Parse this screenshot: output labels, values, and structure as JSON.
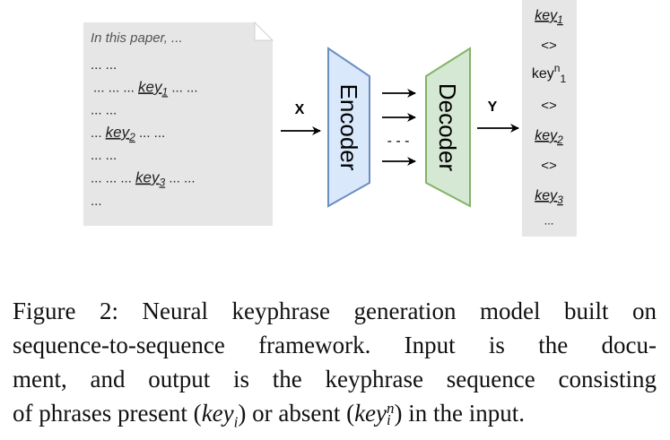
{
  "document": {
    "first_line": "In this paper,  ...",
    "lines": [
      {
        "before": "... ...",
        "key": "",
        "sub": "",
        "after": ""
      },
      {
        "before": "... ... ...",
        "key": "key",
        "sub": "1",
        "after": "... ..."
      },
      {
        "before": "... ...",
        "key": "",
        "sub": "",
        "after": ""
      },
      {
        "before": "...",
        "key": "key",
        "sub": "2",
        "after": "... ..."
      },
      {
        "before": "... ...",
        "key": "",
        "sub": "",
        "after": ""
      },
      {
        "before": "... ... ...",
        "key": "key",
        "sub": "3",
        "after": "... ..."
      },
      {
        "before": "...",
        "key": "",
        "sub": "",
        "after": ""
      }
    ]
  },
  "input_label": "X",
  "encoder_label": "Encoder",
  "decoder_label": "Decoder",
  "dashes": "- - -",
  "output_label": "Y",
  "output": {
    "items": [
      {
        "text": "key",
        "sub": "1"
      },
      {
        "text": "<>"
      },
      {
        "text": "key",
        "sup": "n",
        "sub": "1"
      },
      {
        "text": "<>"
      },
      {
        "text": "key",
        "sub": "2"
      },
      {
        "text": "<>"
      },
      {
        "text": "key",
        "sub": "3"
      },
      {
        "text": "..."
      }
    ]
  },
  "colors": {
    "doc_fill": "#e6e6e6",
    "encoder_fill": "#dae8fc",
    "encoder_stroke": "#6c8ebf",
    "decoder_fill": "#d5e8d4",
    "decoder_stroke": "#82b366"
  },
  "caption": {
    "lines": [
      "Figure 2: Neural keyphrase generation model built on",
      "sequence-to-sequence framework.  Input is the docu-",
      "ment, and output is the keyphrase sequence consisting",
      "of phrases present (",
      ") or absent (",
      ") in the input."
    ],
    "math_present": "key",
    "math_present_sub": "i",
    "math_absent": "key",
    "math_absent_sup": "n",
    "math_absent_sub": "i"
  }
}
